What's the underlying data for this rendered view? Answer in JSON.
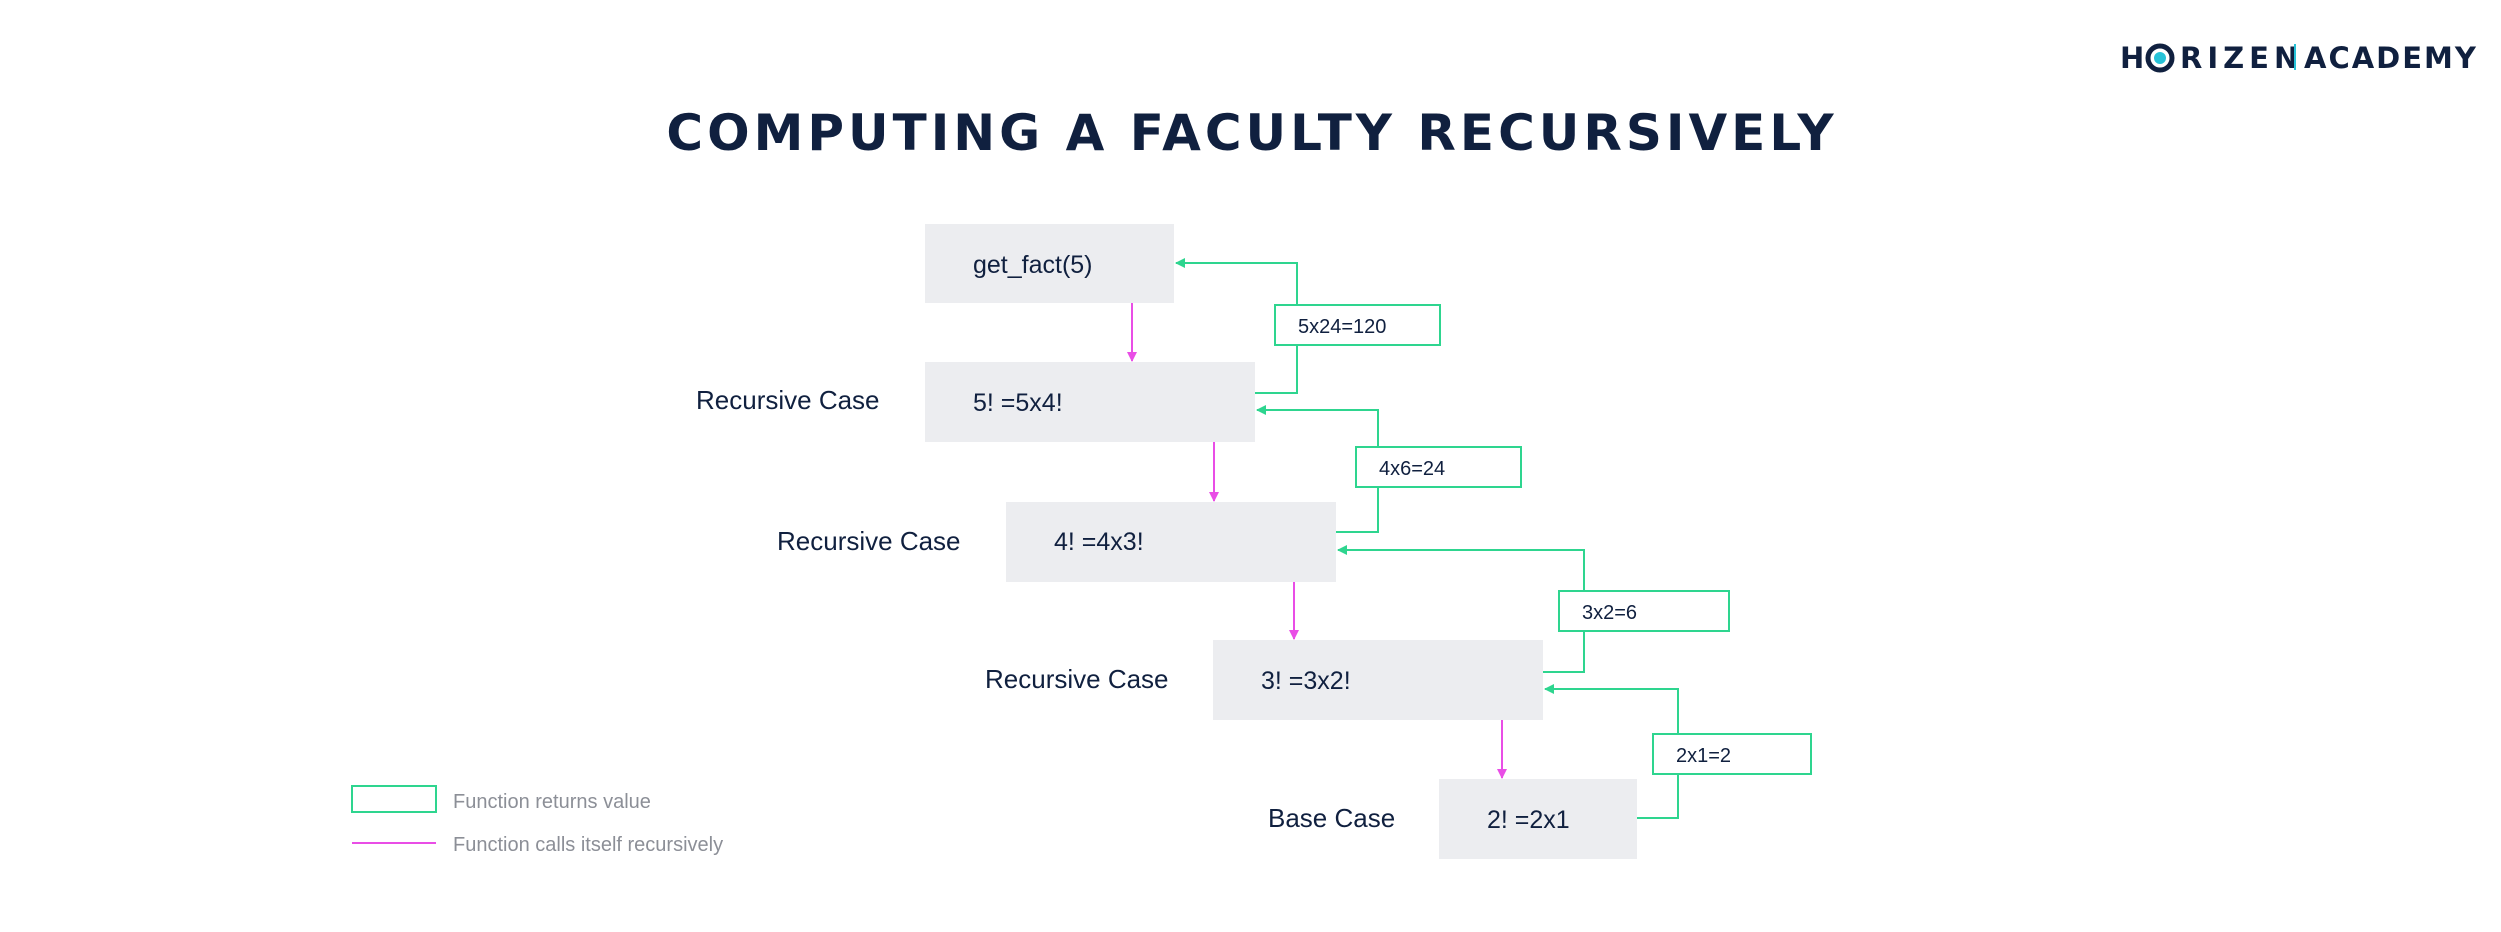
{
  "title": "COMPUTING A FACULTY RECURSIVELY",
  "logo": {
    "left": "H",
    "right_part": "RIZEN",
    "academy": "ACADEMY",
    "brand_color": "#10203f",
    "accent_color": "#26c2d8"
  },
  "nodes": [
    {
      "text": "get_fact(5)",
      "side_label": ""
    },
    {
      "text": "5! =5x4!",
      "side_label": "Recursive Case"
    },
    {
      "text": "4! =4x3!",
      "side_label": "Recursive Case"
    },
    {
      "text": "3! =3x2!",
      "side_label": "Recursive Case"
    },
    {
      "text": "2! =2x1",
      "side_label": "Base Case"
    }
  ],
  "returns": [
    "5x24=120",
    "4x6=24",
    "3x2=6",
    "2x1=2"
  ],
  "legend": {
    "returns_label": "Function returns value",
    "calls_label": "Function calls itself recursively"
  },
  "colors": {
    "node_fill": "#ecedf0",
    "return_color": "#2ed58f",
    "call_color": "#e94ee6",
    "text": "#10203f",
    "legend_text": "#8c8f97"
  }
}
